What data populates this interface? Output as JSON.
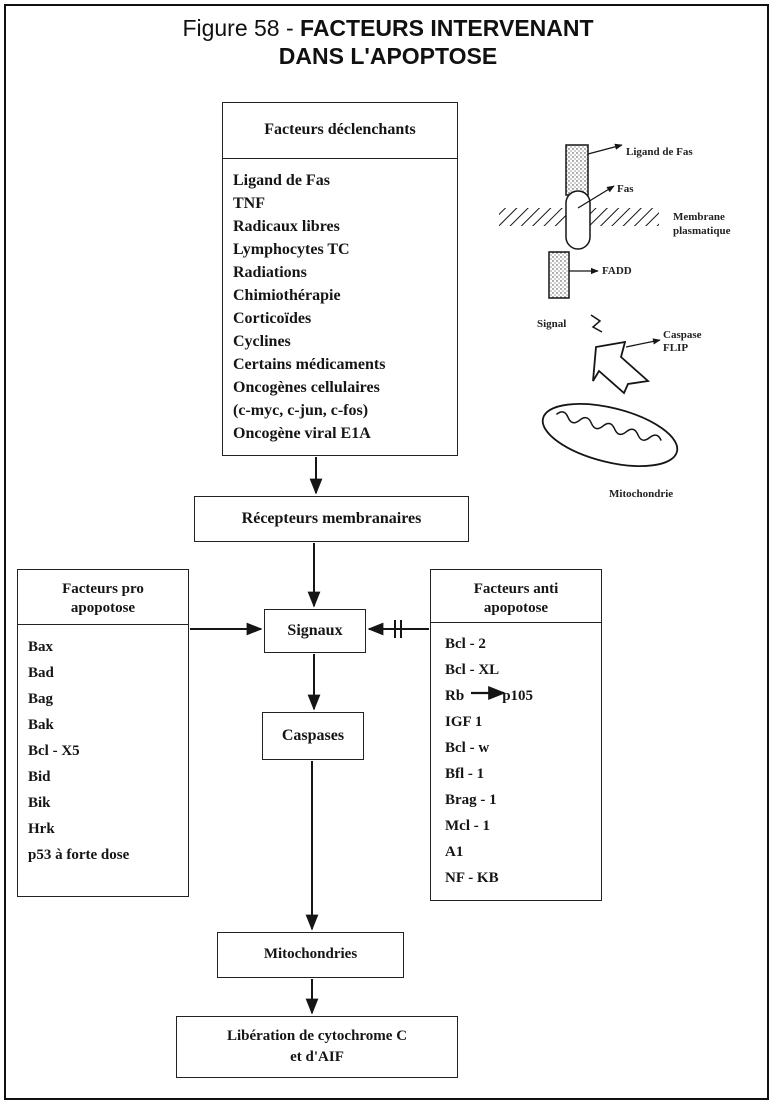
{
  "title": {
    "prefix": "Figure 58  -  ",
    "line1_bold": "FACTEURS INTERVENANT",
    "line2_bold": "DANS L'APOPTOSE"
  },
  "triggers": {
    "header": "Facteurs déclenchants",
    "items": [
      "Ligand de Fas",
      "TNF",
      "Radicaux libres",
      "Lymphocytes TC",
      "Radiations",
      "Chimiothérapie",
      "Corticoïdes",
      "Cyclines",
      "Certains médicaments",
      "Oncogènes cellulaires",
      "(c-myc, c-jun, c-fos)",
      "Oncogène viral E1A"
    ]
  },
  "receptors": "Récepteurs membranaires",
  "signals": "Signaux",
  "caspases": "Caspases",
  "mitochondries": "Mitochondries",
  "release": {
    "line1": "Libération de cytochrome C",
    "line2": "et d'AIF"
  },
  "pro": {
    "header_line1": "Facteurs pro",
    "header_line2": "apopotose",
    "items": [
      "Bax",
      "Bad",
      "Bag",
      "Bak",
      "Bcl - X5",
      "Bid",
      "Bik",
      "Hrk",
      "p53 à forte dose"
    ]
  },
  "anti": {
    "header_line1": "Facteurs anti",
    "header_line2": "apopotose",
    "items": [
      "Bcl - 2",
      "Bcl - XL",
      "Rb",
      "IGF 1",
      "Bcl - w",
      "Bfl - 1",
      "Brag - 1",
      "Mcl - 1",
      "A1",
      "NF - KB"
    ],
    "rb_target": "p105"
  },
  "illustration": {
    "ligand": "Ligand de Fas",
    "fas": "Fas",
    "membrane_line1": "Membrane",
    "membrane_line2": "plasmatique",
    "fadd": "FADD",
    "signal": "Signal",
    "caspase_line1": "Caspase",
    "caspase_line2": "FLIP",
    "mito": "Mitochondrie"
  },
  "colors": {
    "ink": "#151515",
    "background": "#ffffff"
  }
}
